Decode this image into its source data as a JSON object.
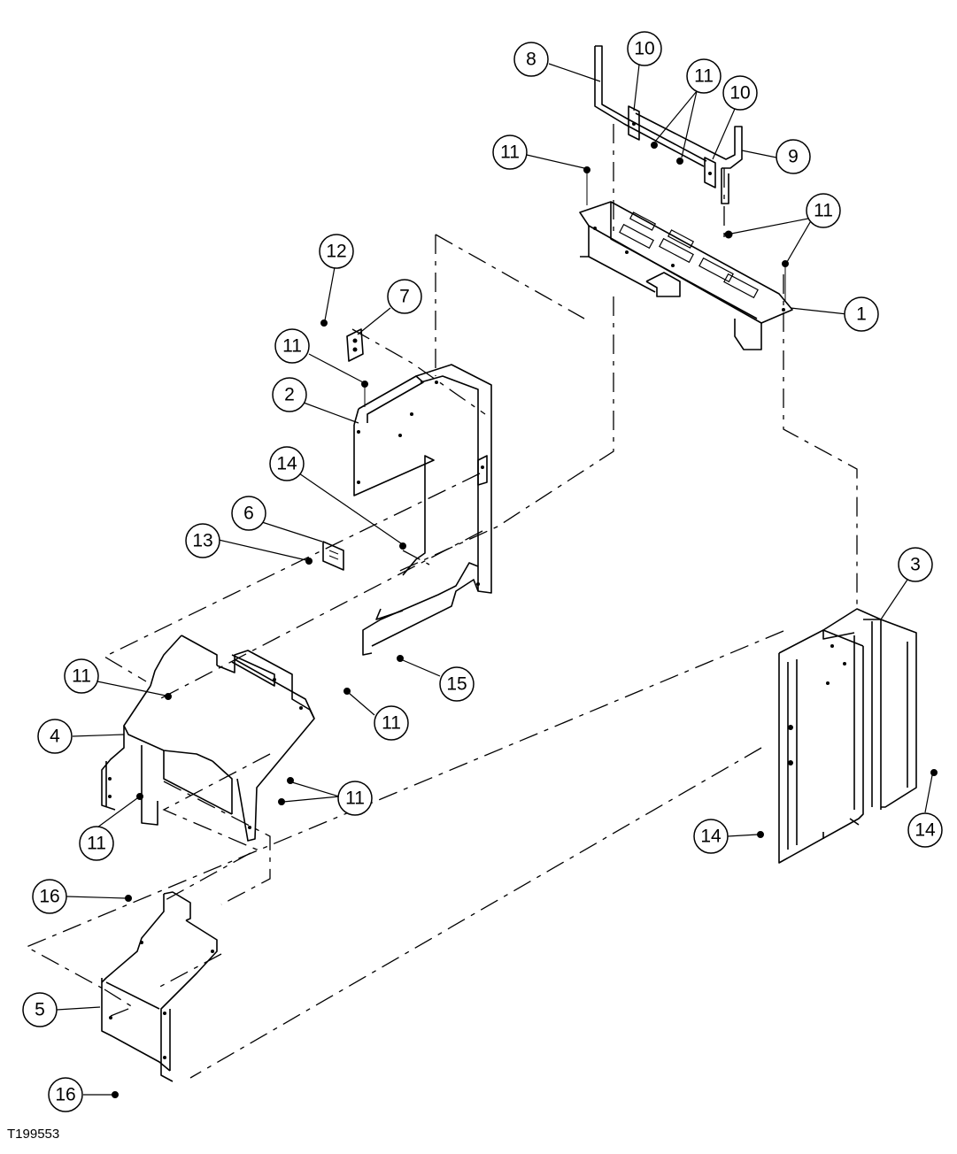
{
  "figure_code": "T199553",
  "callouts": [
    {
      "id": "c1",
      "label": "1"
    },
    {
      "id": "c2",
      "label": "2"
    },
    {
      "id": "c3",
      "label": "3"
    },
    {
      "id": "c4",
      "label": "4"
    },
    {
      "id": "c5",
      "label": "5"
    },
    {
      "id": "c6",
      "label": "6"
    },
    {
      "id": "c7",
      "label": "7"
    },
    {
      "id": "c8",
      "label": "8"
    },
    {
      "id": "c9",
      "label": "9"
    },
    {
      "id": "c10a",
      "label": "10"
    },
    {
      "id": "c10b",
      "label": "10"
    },
    {
      "id": "c11a",
      "label": "11"
    },
    {
      "id": "c11b",
      "label": "11"
    },
    {
      "id": "c11c",
      "label": "11"
    },
    {
      "id": "c11d",
      "label": "11"
    },
    {
      "id": "c11e",
      "label": "11"
    },
    {
      "id": "c11f",
      "label": "11"
    },
    {
      "id": "c11g",
      "label": "11"
    },
    {
      "id": "c11h",
      "label": "11"
    },
    {
      "id": "c11i",
      "label": "11"
    },
    {
      "id": "c12",
      "label": "12"
    },
    {
      "id": "c13",
      "label": "13"
    },
    {
      "id": "c14a",
      "label": "14"
    },
    {
      "id": "c14b",
      "label": "14"
    },
    {
      "id": "c14c",
      "label": "14"
    },
    {
      "id": "c15",
      "label": "15"
    },
    {
      "id": "c16a",
      "label": "16"
    },
    {
      "id": "c16b",
      "label": "16"
    }
  ]
}
